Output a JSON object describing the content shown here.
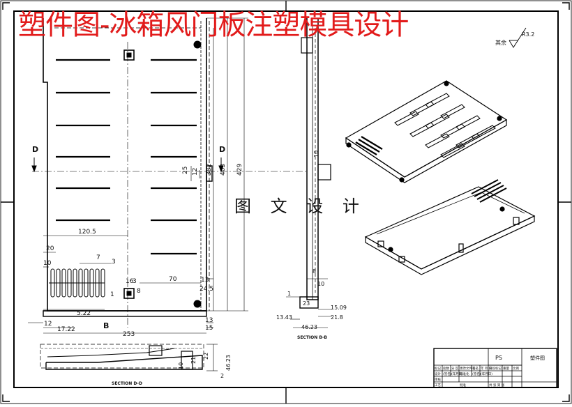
{
  "title": "塑件图-冰箱风门板注塑模具设计",
  "watermark": "图 文 设 计",
  "roughness": "R3.2",
  "roughness_prefix": "其余",
  "section_labels": {
    "left_top": "D",
    "right_top": "D",
    "b_mark": "B"
  },
  "section_captions": {
    "bb": "SECTION B-B",
    "dd": "SECTION D-D"
  },
  "dims_plan": {
    "d120_5": "120.5",
    "d20": "20",
    "d10": "10",
    "d7": "7",
    "d3": "3",
    "d1": "1",
    "d16": "16",
    "d3b": "3",
    "d8": "8",
    "d70": "70",
    "d13": "13",
    "d24_5": "24.5",
    "d5_22": "5.22",
    "d12": "12",
    "d17_22": "17.22",
    "d253": "253",
    "d13b": "13",
    "d15": "15",
    "d25": "25",
    "d12v": "12",
    "d382": "382",
    "d403": "403",
    "d429": "429"
  },
  "dims_side": {
    "d10": "10",
    "d8": "8",
    "d10b": "10",
    "d1": "1",
    "d23": "23",
    "d15_09": "15.09",
    "d13_43": "13.43",
    "d21_8": "21.8",
    "d46_23": "46.23"
  },
  "dims_dd": {
    "d46_23": "46.23",
    "d10": "10",
    "d21": "21",
    "d22": "22",
    "d2": "2"
  },
  "title_block": {
    "part_code": "PS",
    "part_name": "塑件图",
    "row1": [
      "标记",
      "处数",
      "分 区",
      "更改文件号",
      "签名",
      "年 月 日"
    ],
    "row2": [
      "设计",
      "(签名)",
      "(年月日)",
      "标准化",
      "(签名)",
      "(年月日)"
    ],
    "row3": [
      "审核"
    ],
    "row4": [
      "工艺",
      "批准"
    ],
    "stage_label": "阶段标记",
    "weight_label": "重量",
    "scale_label": "比例",
    "sheet_info": "共 张 第 张"
  }
}
